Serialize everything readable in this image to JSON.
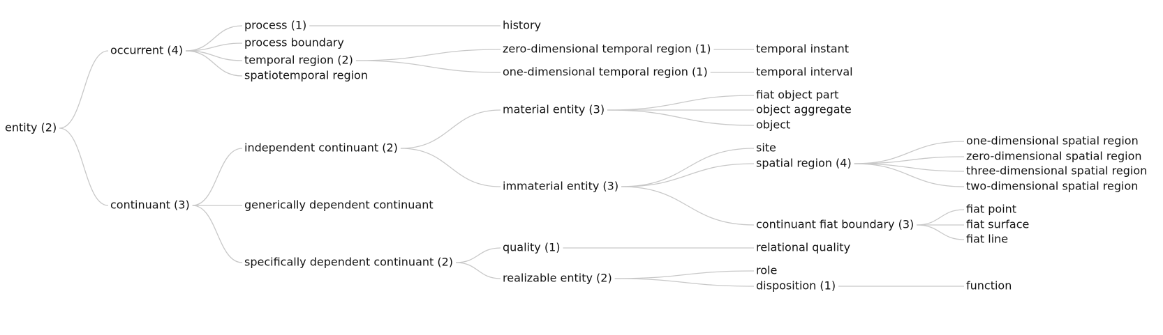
{
  "style": {
    "text_color": "#111111",
    "link_color": "#c8c8c8",
    "background": "#ffffff"
  },
  "tree": {
    "label": "entity (2)",
    "children": [
      {
        "label": "occurrent (4)",
        "children": [
          {
            "label": "process (1)",
            "children": [
              {
                "label": "history"
              }
            ]
          },
          {
            "label": "process boundary"
          },
          {
            "label": "temporal region (2)",
            "children": [
              {
                "label": "zero-dimensional temporal region (1)",
                "children": [
                  {
                    "label": "temporal instant"
                  }
                ]
              },
              {
                "label": "one-dimensional temporal region (1)",
                "children": [
                  {
                    "label": "temporal interval"
                  }
                ]
              }
            ]
          },
          {
            "label": "spatiotemporal region"
          }
        ]
      },
      {
        "label": "continuant (3)",
        "children": [
          {
            "label": "independent continuant (2)",
            "children": [
              {
                "label": "material entity (3)",
                "children": [
                  {
                    "label": "fiat object part"
                  },
                  {
                    "label": "object aggregate"
                  },
                  {
                    "label": "object"
                  }
                ]
              },
              {
                "label": "immaterial entity (3)",
                "children": [
                  {
                    "label": "site"
                  },
                  {
                    "label": "spatial region (4)",
                    "children": [
                      {
                        "label": "one-dimensional spatial region"
                      },
                      {
                        "label": "zero-dimensional spatial region"
                      },
                      {
                        "label": "three-dimensional spatial region"
                      },
                      {
                        "label": "two-dimensional spatial region"
                      }
                    ]
                  },
                  {
                    "label": "continuant fiat boundary (3)",
                    "children": [
                      {
                        "label": "fiat point"
                      },
                      {
                        "label": "fiat surface"
                      },
                      {
                        "label": "fiat line"
                      }
                    ]
                  }
                ]
              }
            ]
          },
          {
            "label": "generically dependent continuant"
          },
          {
            "label": "specifically dependent continuant (2)",
            "children": [
              {
                "label": "quality (1)",
                "children": [
                  {
                    "label": "relational quality"
                  }
                ]
              },
              {
                "label": "realizable entity (2)",
                "children": [
                  {
                    "label": "role"
                  },
                  {
                    "label": "disposition (1)",
                    "children": [
                      {
                        "label": "function"
                      }
                    ]
                  }
                ]
              }
            ]
          }
        ]
      }
    ]
  }
}
